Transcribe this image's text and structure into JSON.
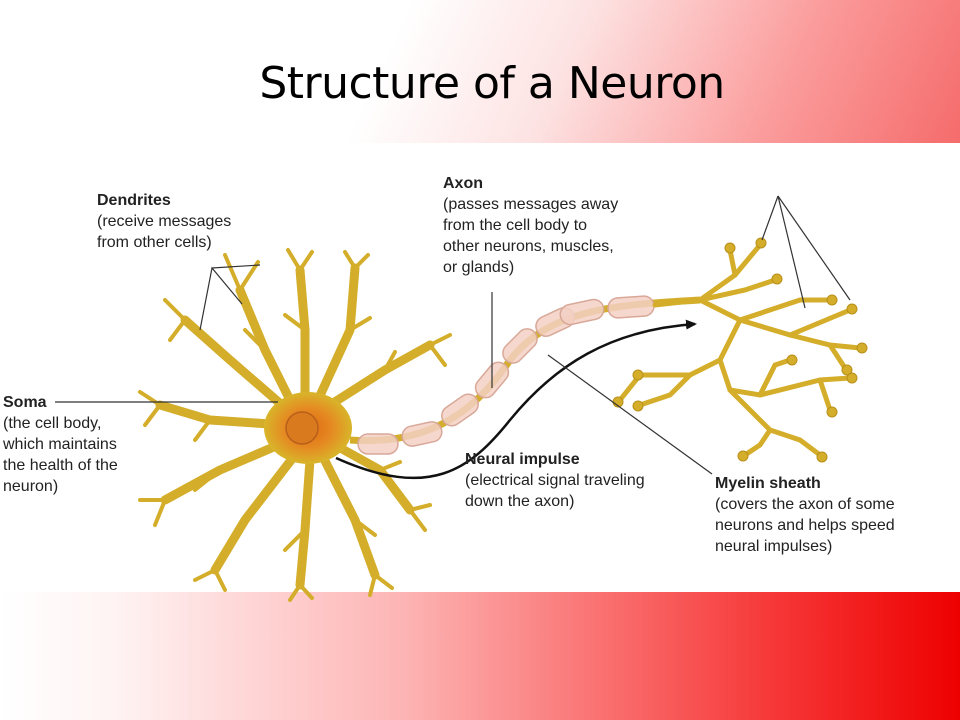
{
  "slide": {
    "title": "Structure of a Neuron"
  },
  "labels": {
    "dendrites": {
      "title": "Dendrites",
      "description": "(receive messages\nfrom other cells)"
    },
    "axon": {
      "title": "Axon",
      "description": "(passes messages away\nfrom the cell body to\nother neurons, muscles,\nor glands)"
    },
    "soma": {
      "title": "Soma",
      "description": "(the cell body,\nwhich maintains\nthe health of the\nneuron)"
    },
    "neural_impulse": {
      "title": "Neural impulse",
      "description": "(electrical signal traveling\ndown the axon)"
    },
    "myelin_sheath": {
      "title": "Myelin sheath",
      "description": "(covers the axon of some\nneurons and helps speed\nneural impulses)"
    }
  },
  "colors": {
    "dendrite": "#d8b52a",
    "dendrite_dark": "#b8901a",
    "soma_core": "#e6761b",
    "myelin": "#f3d0c4",
    "accent": "#ee0000"
  }
}
